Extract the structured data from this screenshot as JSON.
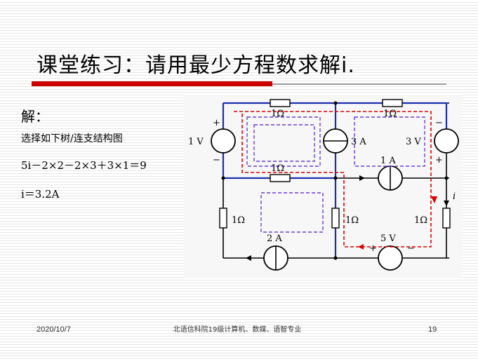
{
  "slide": {
    "title": "课堂练习：请用最少方程数求解i.",
    "solve_label": "解：",
    "tree_line": "选择如下树/连支结构图",
    "equation_1": "5i－2×2－2×3＋3×1＝9",
    "equation_2": "i＝3.2A"
  },
  "circuit": {
    "r_top_left": "1Ω",
    "r_top_right": "1Ω",
    "r_middle": "1Ω",
    "r_left": "1Ω",
    "r_center": "1Ω",
    "r_right": "1Ω",
    "src_1v": "1 V",
    "src_3a": "3 A",
    "src_3v": "3 V",
    "src_1a": "1 A",
    "src_2a": "2 A",
    "src_5v": "5 V",
    "current_label": "i",
    "plus": "+",
    "minus": "−"
  },
  "footer": {
    "date": "2020/10/7",
    "center": "北语信科院19级计算机、数媒、语智专业",
    "page": "19"
  },
  "colors": {
    "title_rule": "#cc0000",
    "tree_branch": "#1a2fb0",
    "loop_red": "#dd0000",
    "loop_purple": "#6a3fd0"
  }
}
